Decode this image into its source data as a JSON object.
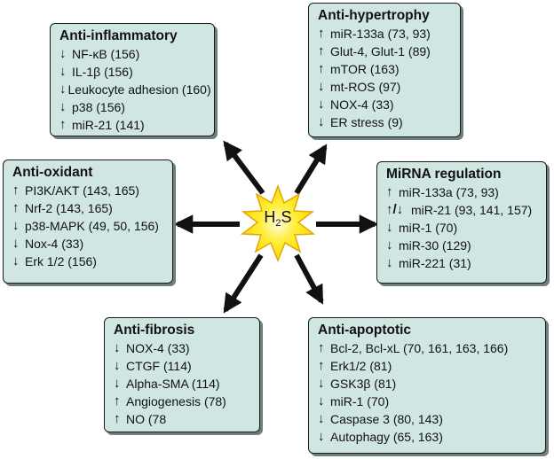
{
  "center": {
    "formula_main": "H",
    "formula_sub": "2",
    "formula_end": "S"
  },
  "boxes": {
    "anti_inflammatory": {
      "title": "Anti-inflammatory",
      "items": [
        {
          "dir": "↓",
          "text": "NF-κB (156)"
        },
        {
          "dir": "↓",
          "text": "IL-1β (156)"
        },
        {
          "dir": "↓",
          "text": "Leukocyte adhesion (160)"
        },
        {
          "dir": "↓",
          "text": "p38 (156)"
        },
        {
          "dir": "↑",
          "text": "miR-21 (141)"
        }
      ]
    },
    "anti_hypertrophy": {
      "title": "Anti-hypertrophy",
      "items": [
        {
          "dir": "↑",
          "text": "miR-133a (73, 93)"
        },
        {
          "dir": "↑",
          "text": "Glut-4, Glut-1 (89)"
        },
        {
          "dir": "↑",
          "text": "mTOR (163)"
        },
        {
          "dir": "↓",
          "text": "mt-ROS (97)"
        },
        {
          "dir": "↓",
          "text": "NOX-4 (33)"
        },
        {
          "dir": "↓",
          "text": "ER stress (9)"
        }
      ]
    },
    "anti_oxidant": {
      "title": "Anti-oxidant",
      "items": [
        {
          "dir": "↑",
          "text": "PI3K/AKT (143, 165)"
        },
        {
          "dir": "↑",
          "text": "Nrf-2 (143, 165)"
        },
        {
          "dir": "↓",
          "text": "p38-MAPK (49, 50, 156)"
        },
        {
          "dir": "↓",
          "text": "Nox-4 (33)"
        },
        {
          "dir": "↓",
          "text": "Erk 1/2 (156)"
        }
      ]
    },
    "mirna_regulation": {
      "title": "MiRNA regulation",
      "items": [
        {
          "dir": "↑",
          "text": "miR-133a (73, 93)"
        },
        {
          "dir": "↑/↓",
          "text": "miR-21 (93, 141, 157)"
        },
        {
          "dir": "↓",
          "text": "miR-1 (70)"
        },
        {
          "dir": "↓",
          "text": "miR-30 (129)"
        },
        {
          "dir": "↓",
          "text": "miR-221 (31)"
        }
      ]
    },
    "anti_fibrosis": {
      "title": "Anti-fibrosis",
      "items": [
        {
          "dir": "↓",
          "text": "NOX-4 (33)"
        },
        {
          "dir": "↓",
          "text": "CTGF (114)"
        },
        {
          "dir": "↓",
          "text": "Alpha-SMA (114)"
        },
        {
          "dir": "↑",
          "text": "Angiogenesis (78)"
        },
        {
          "dir": "↑",
          "text": "NO (78"
        }
      ]
    },
    "anti_apoptotic": {
      "title": "Anti-apoptotic",
      "items": [
        {
          "dir": "↑",
          "text": "Bcl-2, Bcl-xL (70, 161, 163, 166)"
        },
        {
          "dir": "↑",
          "text": "Erk1/2 (81)"
        },
        {
          "dir": "↓",
          "text": "GSK3β (81)"
        },
        {
          "dir": "↓",
          "text": "miR-1 (70)"
        },
        {
          "dir": "↓",
          "text": "Caspase 3 (80, 143)"
        },
        {
          "dir": "↓",
          "text": "Autophagy (65, 163)"
        }
      ]
    }
  },
  "colors": {
    "box_fill": "#cfe6e3",
    "box_border": "#1a1a1a",
    "star_fill": "#ffe600",
    "star_outline": "#e0a800",
    "arrow": "#111111"
  }
}
